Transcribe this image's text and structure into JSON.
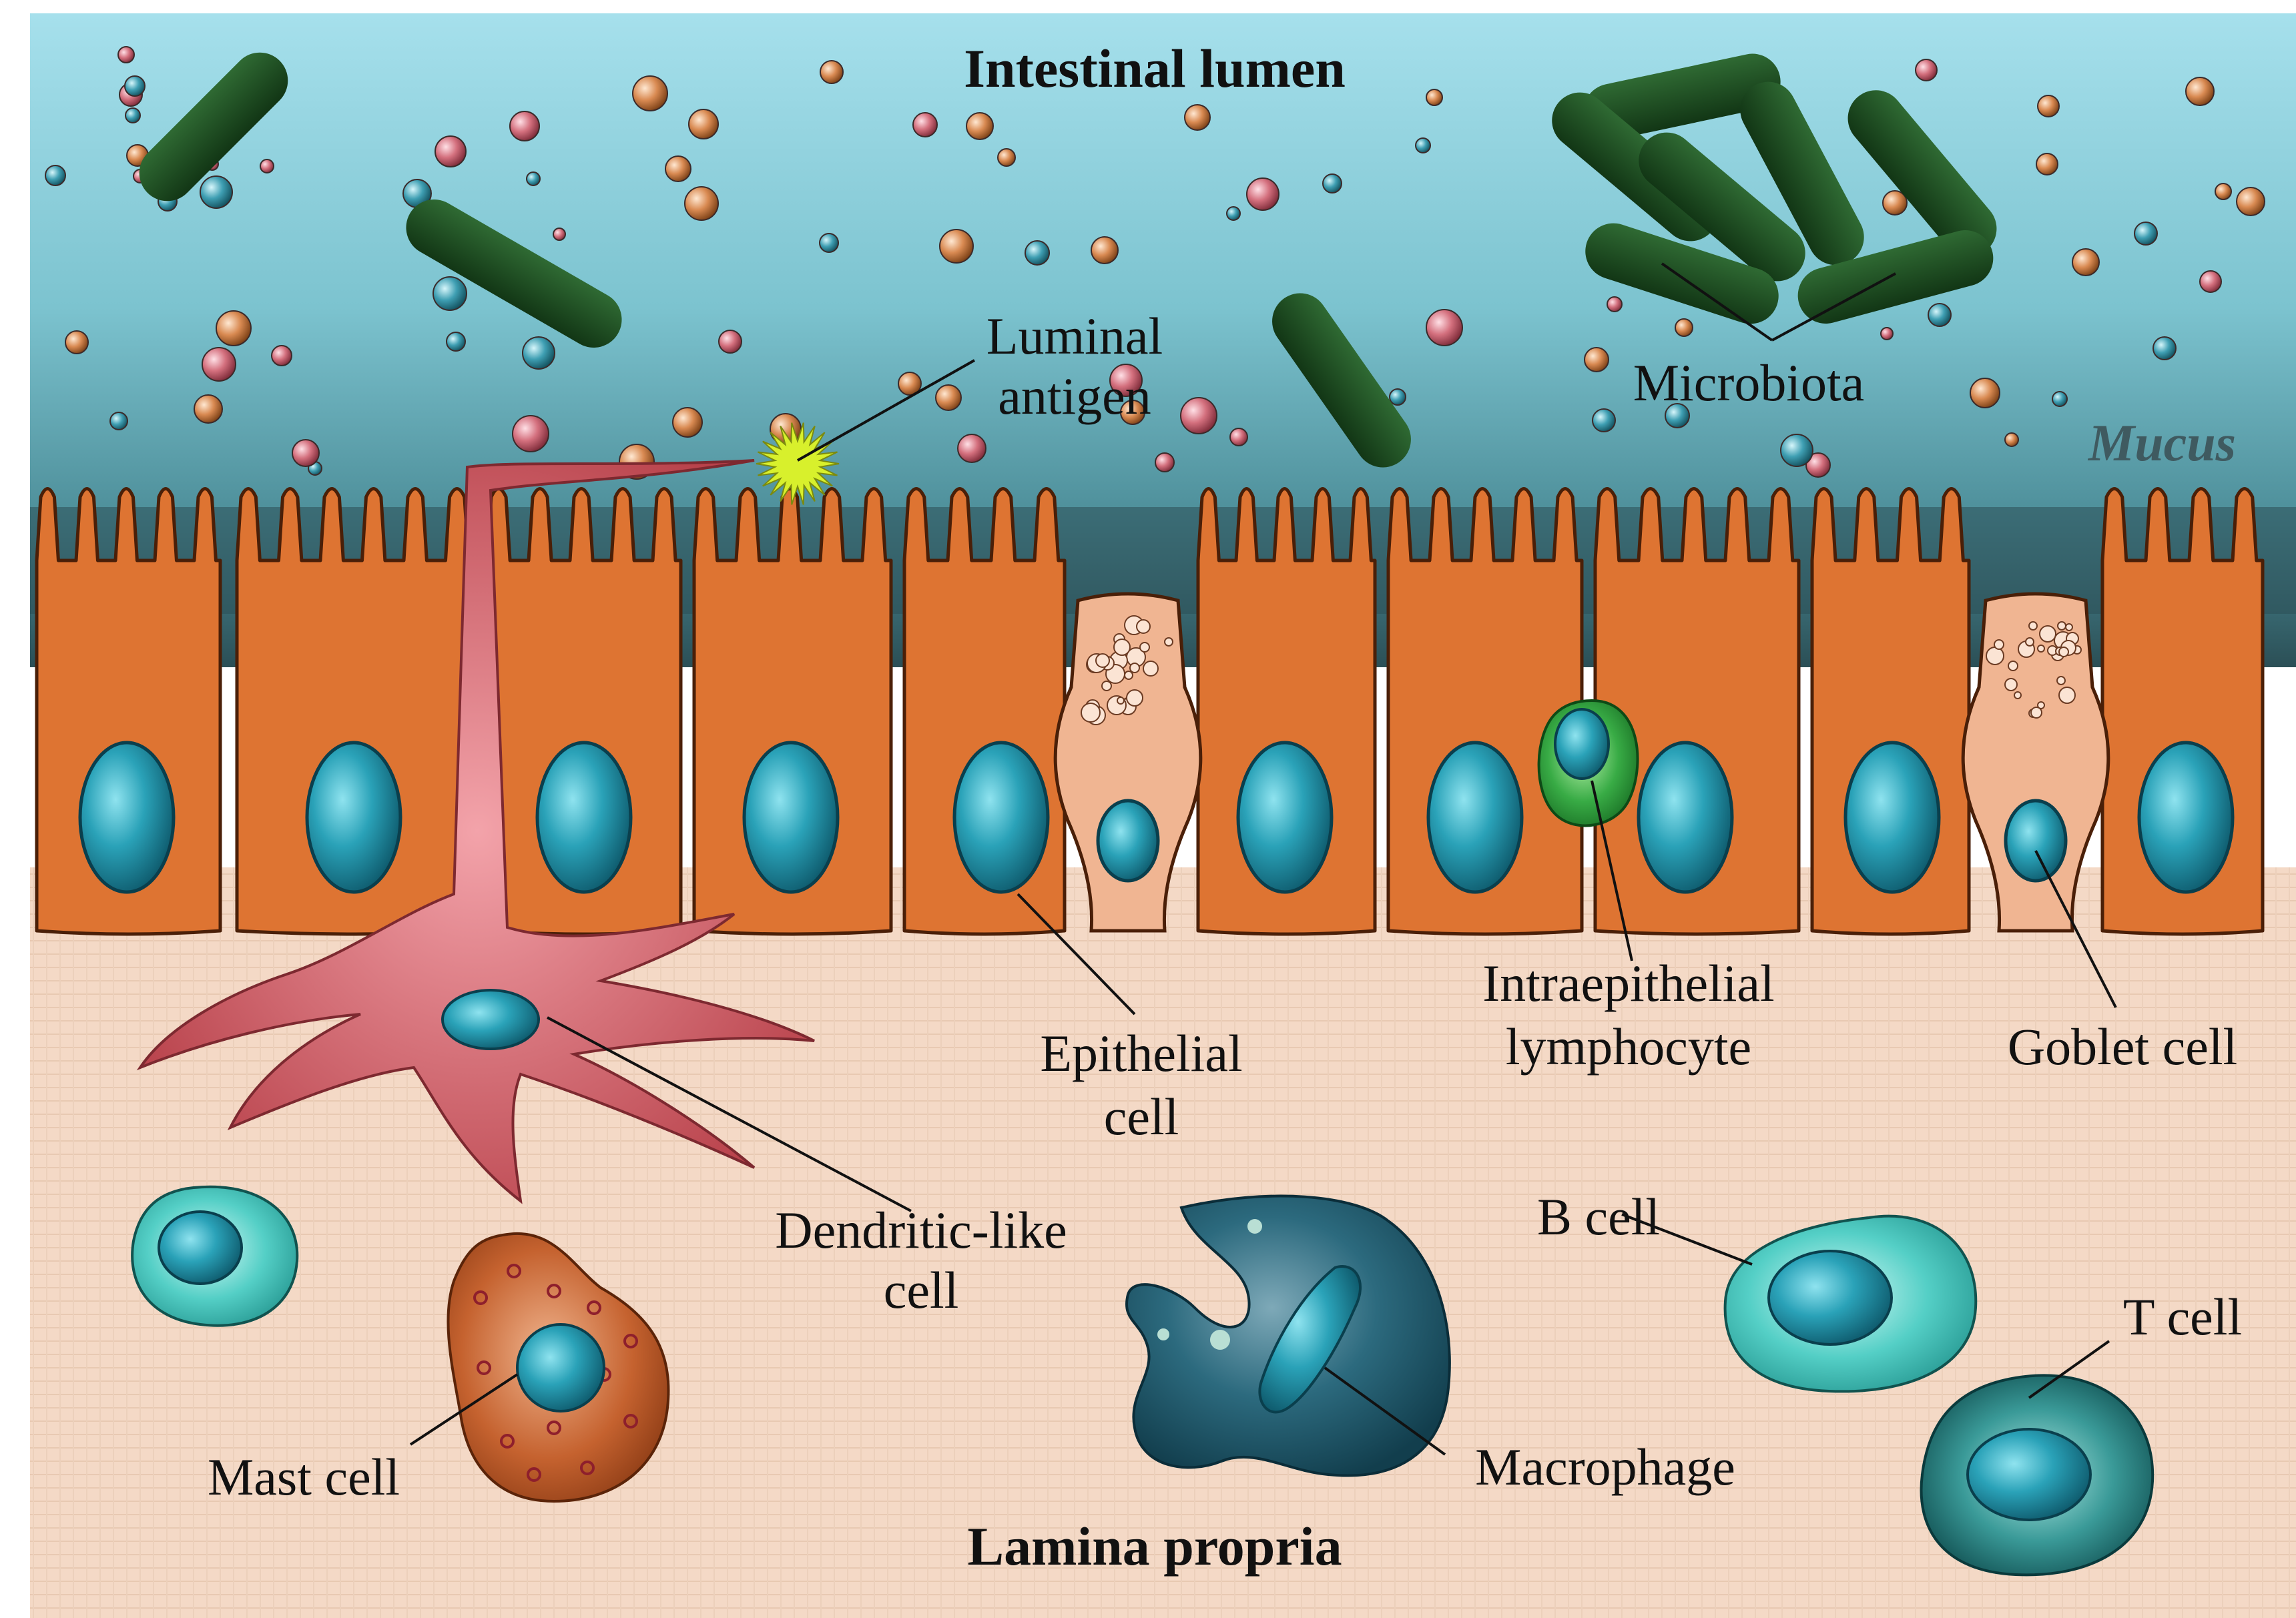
{
  "labels": {
    "lumen": "Intestinal lumen",
    "lamina": "Lamina propria",
    "mucus": "Mucus",
    "luminal_antigen_1": "Luminal",
    "luminal_antigen_2": "antigen",
    "microbiota": "Microbiota",
    "epithelial_1": "Epithelial",
    "epithelial_2": "cell",
    "iel_1": "Intraepithelial",
    "iel_2": "lymphocyte",
    "goblet": "Goblet cell",
    "dendritic_1": "Dendritic-like",
    "dendritic_2": "cell",
    "mast": "Mast cell",
    "macrophage": "Macrophage",
    "bcell": "B cell",
    "tcell": "T cell"
  },
  "colors": {
    "lumen_top": "#a6e0ec",
    "lumen_mid": "#5fa7b4",
    "mucus_dark": "#2c4e55",
    "epithelium": "#de7432",
    "nucleus": "#1f8fa6",
    "goblet": "#f0b592",
    "lamina": "#f4d9c6",
    "bacteria": "#1d4a1f",
    "dendritic": "#b8414a",
    "lymphocyte_green": "#2c9b3c",
    "mast": "#b4552a",
    "macrophage": "#1e5a6e",
    "bcell": "#3fc1bb",
    "tcell": "#1b6b6c",
    "antigen": "#d8f02c"
  }
}
